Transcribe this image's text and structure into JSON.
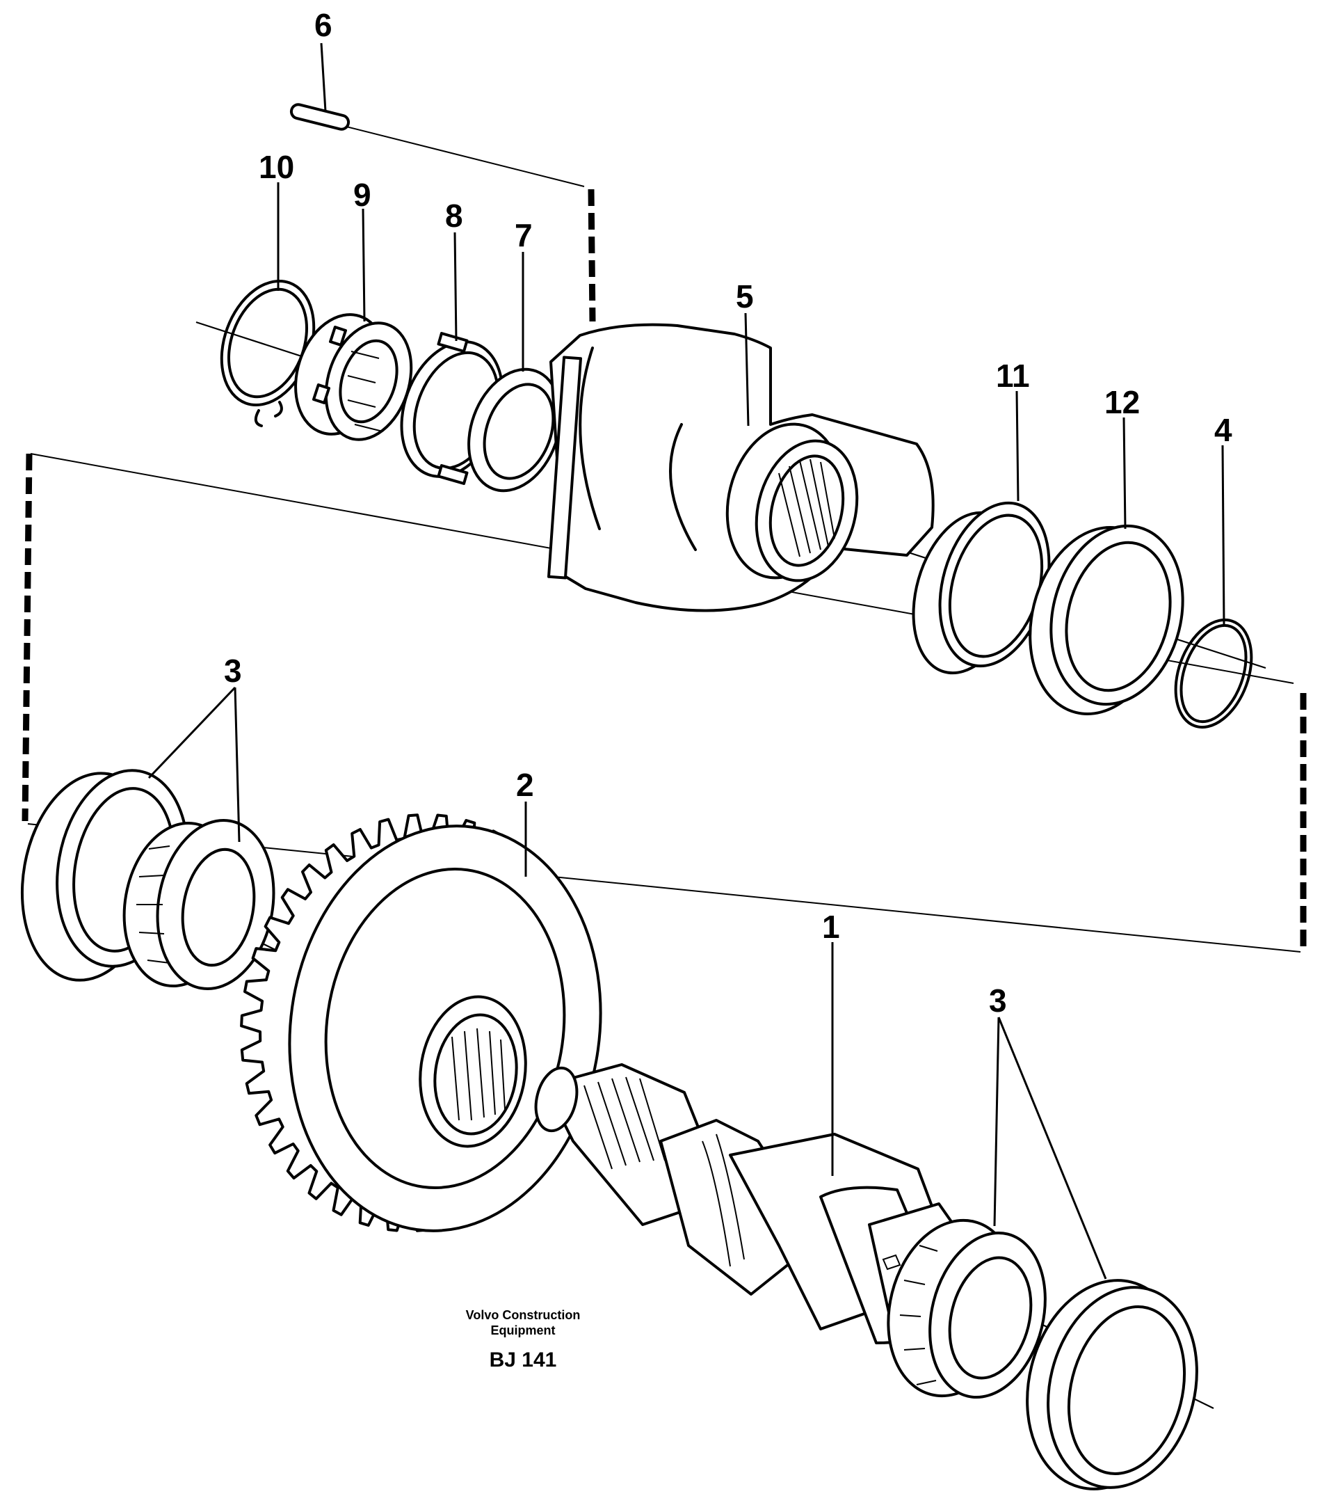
{
  "callouts": {
    "c1": "1",
    "c2": "2",
    "c3a": "3",
    "c3b": "3",
    "c4": "4",
    "c5": "5",
    "c6": "6",
    "c7": "7",
    "c8": "8",
    "c9": "9",
    "c10": "10",
    "c11": "11",
    "c12": "12"
  },
  "credit": {
    "line1": "Volvo Construction",
    "line2": "Equipment"
  },
  "drawing_number": "BJ 141"
}
